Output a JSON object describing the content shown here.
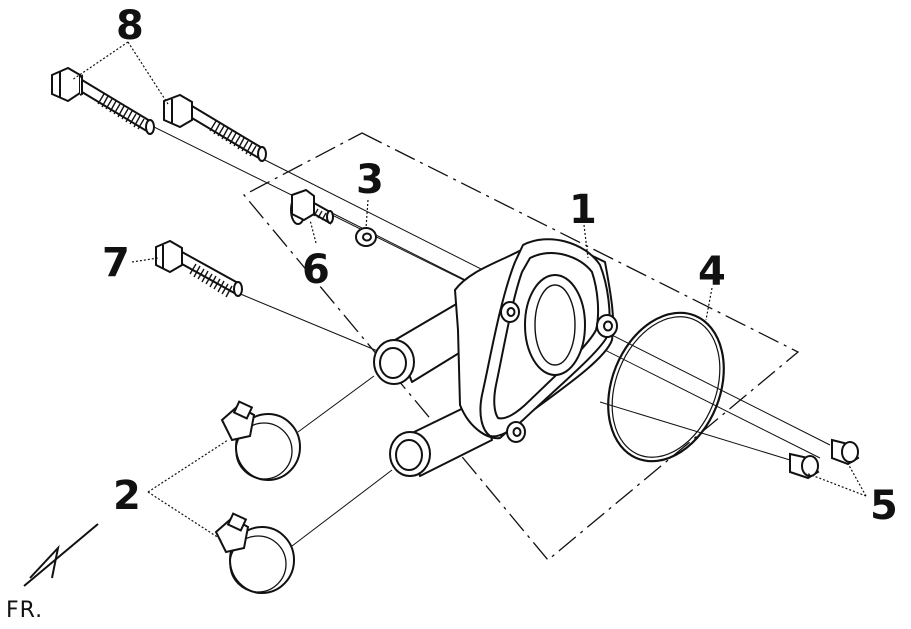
{
  "callouts": {
    "c1": "1",
    "c2": "2",
    "c3": "3",
    "c4": "4",
    "c5": "5",
    "c6": "6",
    "c7": "7",
    "c8": "8"
  },
  "direction_label": "FR.",
  "colors": {
    "line": "#111111",
    "background": "#ffffff"
  }
}
